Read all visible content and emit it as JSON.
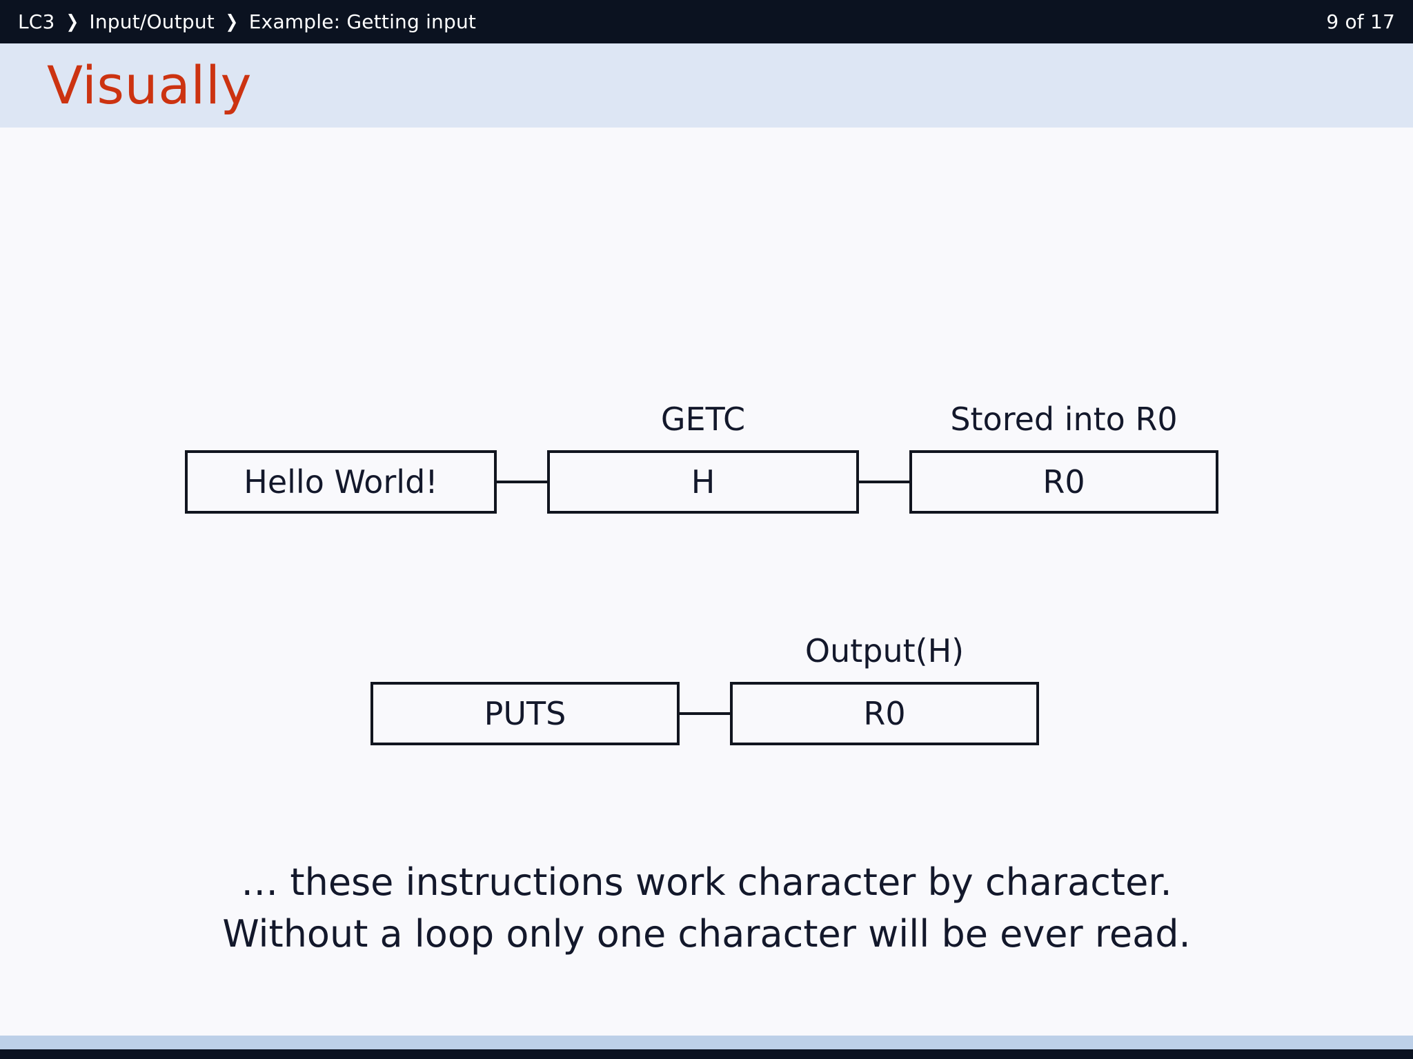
{
  "header": {
    "breadcrumb": [
      {
        "label": "LC3"
      },
      {
        "label": "Input/Output"
      },
      {
        "label": "Example: Getting input"
      }
    ],
    "separator": "❯",
    "page_counter": "9 of 17"
  },
  "title": {
    "text": "Visually",
    "color": "#cc3311",
    "band_color": "#dde6f4"
  },
  "diagram": {
    "rows": [
      {
        "name": "getc-flow",
        "nodes": [
          {
            "label": "",
            "box": "Hello World!",
            "width_class": "w-hello"
          },
          {
            "label": "GETC",
            "box": "H",
            "width_class": "w-h"
          },
          {
            "label": "Stored into R0",
            "box": "R0",
            "width_class": "w-r0a"
          }
        ]
      },
      {
        "name": "puts-flow",
        "nodes": [
          {
            "label": "",
            "box": "PUTS",
            "width_class": "w-puts"
          },
          {
            "label": "Output(H)",
            "box": "R0",
            "width_class": "w-r0b"
          }
        ]
      }
    ]
  },
  "caption": {
    "lines": [
      "… these instructions work character by character.",
      "Without a loop only one character will be ever read."
    ]
  },
  "footer": {
    "band_color": "#bdd0e8",
    "bar_color": "#0b1220"
  }
}
